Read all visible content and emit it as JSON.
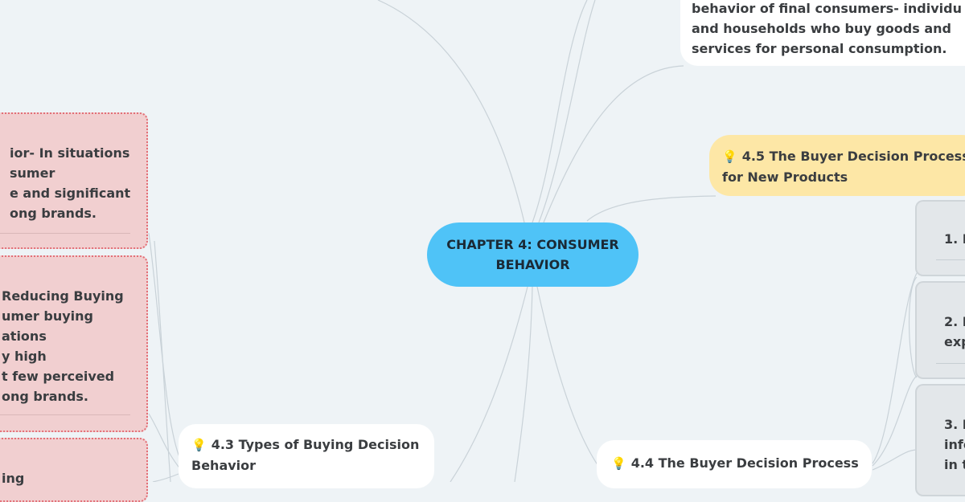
{
  "root": {
    "title": "CHAPTER 4: CONSUMER BEHAVIOR"
  },
  "definition_node": {
    "line1": "behavior of final consumers- individu",
    "line2": "and households who buy goods and",
    "line3": "services for personal consumption."
  },
  "topic_45": {
    "icon": "lightbulb-icon",
    "line1": "4.5 The Buyer Decision Process",
    "line2": "for New Products"
  },
  "topic_44": {
    "icon": "lightbulb-icon",
    "line1": "4.4 The Buyer Decision Process"
  },
  "topic_43": {
    "icon": "lightbulb-icon",
    "line1": "4.3 Types of Buying Decision",
    "line2": "Behavior"
  },
  "pink_1": {
    "lines": [
      "ior- In situations",
      "sumer",
      "e and significant",
      "ong brands."
    ]
  },
  "pink_2": {
    "lines": [
      "Reducing Buying",
      "umer buying",
      "ations",
      "y high",
      "t few perceived",
      "ong brands."
    ]
  },
  "pink_3": {
    "lines": [
      "ing"
    ]
  },
  "gray_1": {
    "line1": "1. N"
  },
  "gray_2": {
    "line1": "2. I",
    "line2": "exp"
  },
  "gray_3": {
    "line1": "3. E",
    "line2": "infe",
    "line3": "in t"
  },
  "colors": {
    "root": "#4fc3f7",
    "highlight": "#fde7a6",
    "pink_fill": "#f1cfd0",
    "pink_border": "#e26f77",
    "gray_fill": "#e3e7ea",
    "connector": "#c9d2d8"
  }
}
